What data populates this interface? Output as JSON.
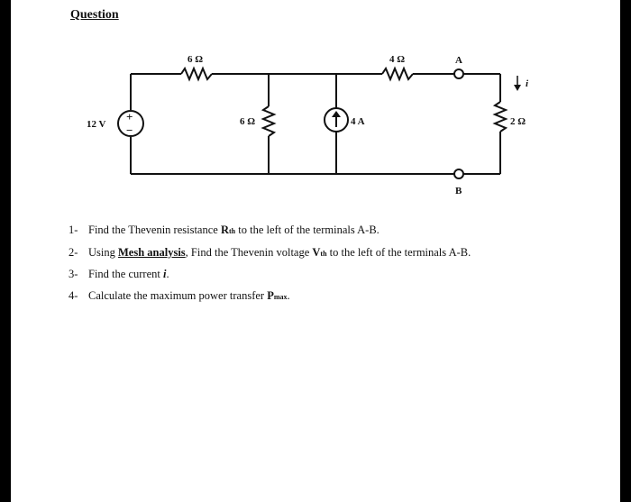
{
  "heading": "Question",
  "circuit": {
    "source_voltage_label": "12 V",
    "resistor_top_left": "6 Ω",
    "resistor_middle": "6 Ω",
    "current_source_label": "4 A",
    "resistor_top_right": "4 Ω",
    "terminal_a": "A",
    "terminal_b": "B",
    "load_resistor": "2 Ω",
    "current_label": "i",
    "source_plus": "+",
    "source_minus": "−"
  },
  "questions": [
    {
      "num": "1-",
      "pre": "Find the Thevenin resistance ",
      "bold": "R",
      "sub": "th",
      "post": " to the left of the terminals A-B."
    },
    {
      "num": "2-",
      "pre": "Using ",
      "underline": "Mesh analysis",
      "mid": ", Find the Thevenin voltage ",
      "bold": "V",
      "sub": "th",
      "post": " to the left of the terminals A-B."
    },
    {
      "num": "3-",
      "pre": "Find the current ",
      "italic": "i",
      "post": "."
    },
    {
      "num": "4-",
      "pre": "Calculate the maximum power transfer ",
      "bold": "P",
      "sub": "max",
      "post": "."
    }
  ]
}
